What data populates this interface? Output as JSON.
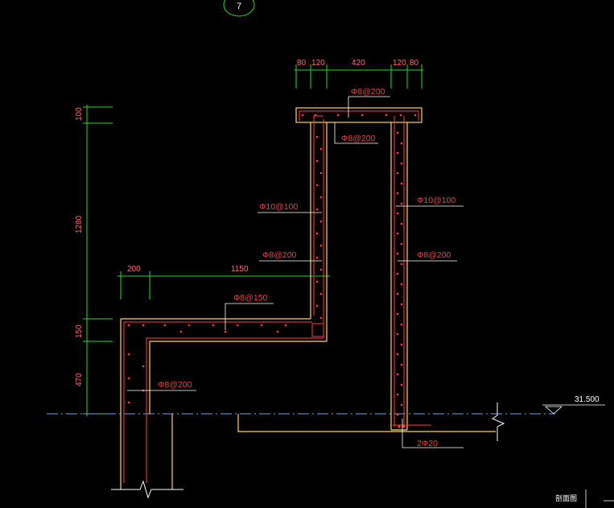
{
  "drawing": {
    "axis_bubble_label": "7",
    "elevation_mark": "31.500",
    "section_tag": "剖面图"
  },
  "top_dimensions": [
    "80",
    "120",
    "420",
    "120",
    "80"
  ],
  "left_dimensions": [
    "100",
    "1280",
    "150",
    "470"
  ],
  "middle_dimensions": [
    "200",
    "1150"
  ],
  "rebar_labels": {
    "cap_top": "Φ8@200",
    "cap_inner": "Φ8@200",
    "left_wall_main": "Φ10@100",
    "left_wall_dist": "Φ8@200",
    "right_wall_main": "Φ10@100",
    "right_wall_dist": "Φ8@200",
    "ledge_top": "Φ8@150",
    "lower_wall": "Φ8@200",
    "base_bars": "2Φ20"
  },
  "colors": {
    "background": "#000000",
    "concrete_outline": "#ffd34d",
    "rebar": "#ff3b3b",
    "dimension": "#22dd22",
    "dim_text": "#ff6a6a",
    "leader": "#ffffff",
    "ground_line": "#6fa0ff"
  }
}
